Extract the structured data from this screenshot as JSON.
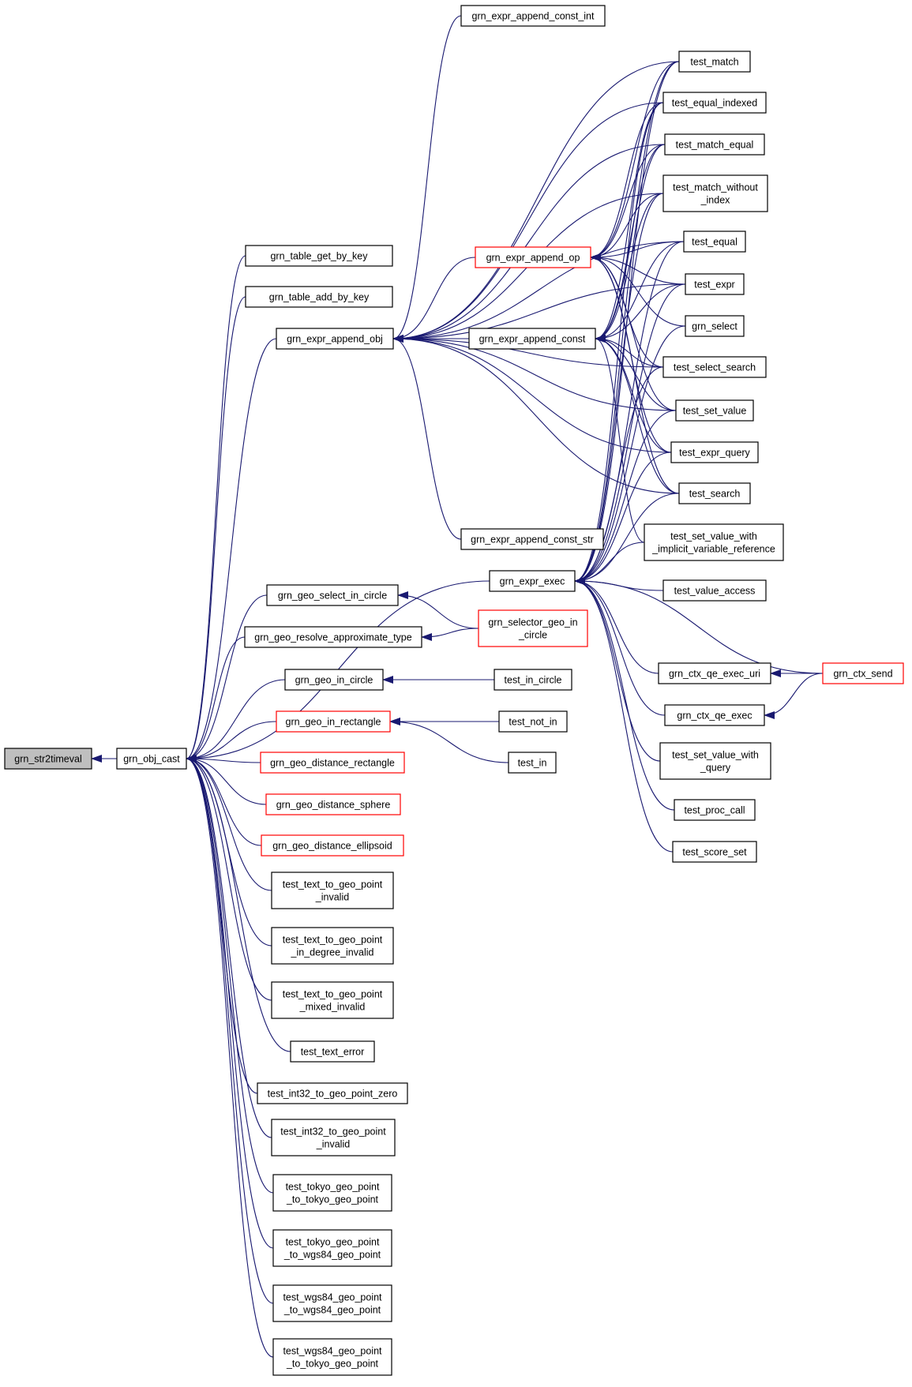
{
  "colors": {
    "edge": "#191970",
    "node_border": "#000000",
    "node_border_red": "#ff0000",
    "focus_fill": "#bfbfbf",
    "node_fill": "#ffffff"
  },
  "nodes": [
    {
      "id": "str2timeval",
      "lines": [
        "grn_str2timeval"
      ],
      "style": "focus"
    },
    {
      "id": "obj_cast",
      "lines": [
        "grn_obj_cast"
      ],
      "style": "normal"
    },
    {
      "id": "table_get_by_key",
      "lines": [
        "grn_table_get_by_key"
      ],
      "style": "normal"
    },
    {
      "id": "table_add_by_key",
      "lines": [
        "grn_table_add_by_key"
      ],
      "style": "normal"
    },
    {
      "id": "expr_append_obj",
      "lines": [
        "grn_expr_append_obj"
      ],
      "style": "normal"
    },
    {
      "id": "geo_select_in_circle",
      "lines": [
        "grn_geo_select_in_circle"
      ],
      "style": "normal"
    },
    {
      "id": "geo_resolve_approximate_type",
      "lines": [
        "grn_geo_resolve_approximate_type"
      ],
      "style": "normal"
    },
    {
      "id": "geo_in_circle",
      "lines": [
        "grn_geo_in_circle"
      ],
      "style": "normal"
    },
    {
      "id": "geo_in_rectangle",
      "lines": [
        "grn_geo_in_rectangle"
      ],
      "style": "red"
    },
    {
      "id": "geo_distance_rectangle",
      "lines": [
        "grn_geo_distance_rectangle"
      ],
      "style": "red"
    },
    {
      "id": "geo_distance_sphere",
      "lines": [
        "grn_geo_distance_sphere"
      ],
      "style": "red"
    },
    {
      "id": "geo_distance_ellipsoid",
      "lines": [
        "grn_geo_distance_ellipsoid"
      ],
      "style": "red"
    },
    {
      "id": "t_text_invalid",
      "lines": [
        "test_text_to_geo_point",
        "_invalid"
      ],
      "style": "normal"
    },
    {
      "id": "t_text_degree_invalid",
      "lines": [
        "test_text_to_geo_point",
        "_in_degree_invalid"
      ],
      "style": "normal"
    },
    {
      "id": "t_text_mixed_invalid",
      "lines": [
        "test_text_to_geo_point",
        "_mixed_invalid"
      ],
      "style": "normal"
    },
    {
      "id": "t_text_error",
      "lines": [
        "test_text_error"
      ],
      "style": "normal"
    },
    {
      "id": "t_int32_zero",
      "lines": [
        "test_int32_to_geo_point_zero"
      ],
      "style": "normal"
    },
    {
      "id": "t_int32_invalid",
      "lines": [
        "test_int32_to_geo_point",
        "_invalid"
      ],
      "style": "normal"
    },
    {
      "id": "t_tokyo_tokyo",
      "lines": [
        "test_tokyo_geo_point",
        "_to_tokyo_geo_point"
      ],
      "style": "normal"
    },
    {
      "id": "t_tokyo_wgs",
      "lines": [
        "test_tokyo_geo_point",
        "_to_wgs84_geo_point"
      ],
      "style": "normal"
    },
    {
      "id": "t_wgs_wgs",
      "lines": [
        "test_wgs84_geo_point",
        "_to_wgs84_geo_point"
      ],
      "style": "normal"
    },
    {
      "id": "t_wgs_tokyo",
      "lines": [
        "test_wgs84_geo_point",
        "_to_tokyo_geo_point"
      ],
      "style": "normal"
    },
    {
      "id": "expr_append_const_int",
      "lines": [
        "grn_expr_append_const_int"
      ],
      "style": "normal"
    },
    {
      "id": "expr_append_op",
      "lines": [
        "grn_expr_append_op"
      ],
      "style": "red"
    },
    {
      "id": "expr_append_const",
      "lines": [
        "grn_expr_append_const"
      ],
      "style": "normal"
    },
    {
      "id": "expr_append_const_str",
      "lines": [
        "grn_expr_append_const_str"
      ],
      "style": "normal"
    },
    {
      "id": "expr_exec",
      "lines": [
        "grn_expr_exec"
      ],
      "style": "normal"
    },
    {
      "id": "selector_geo_in_circle",
      "lines": [
        "grn_selector_geo_in",
        "_circle"
      ],
      "style": "red"
    },
    {
      "id": "t_in_circle",
      "lines": [
        "test_in_circle"
      ],
      "style": "normal"
    },
    {
      "id": "t_not_in",
      "lines": [
        "test_not_in"
      ],
      "style": "normal"
    },
    {
      "id": "t_in",
      "lines": [
        "test_in"
      ],
      "style": "normal"
    },
    {
      "id": "t_match",
      "lines": [
        "test_match"
      ],
      "style": "normal"
    },
    {
      "id": "t_equal_indexed",
      "lines": [
        "test_equal_indexed"
      ],
      "style": "normal"
    },
    {
      "id": "t_match_equal",
      "lines": [
        "test_match_equal"
      ],
      "style": "normal"
    },
    {
      "id": "t_match_without_index",
      "lines": [
        "test_match_without",
        "_index"
      ],
      "style": "normal"
    },
    {
      "id": "t_equal",
      "lines": [
        "test_equal"
      ],
      "style": "normal"
    },
    {
      "id": "t_expr",
      "lines": [
        "test_expr"
      ],
      "style": "normal"
    },
    {
      "id": "grn_select",
      "lines": [
        "grn_select"
      ],
      "style": "normal"
    },
    {
      "id": "t_select_search",
      "lines": [
        "test_select_search"
      ],
      "style": "normal"
    },
    {
      "id": "t_set_value",
      "lines": [
        "test_set_value"
      ],
      "style": "normal"
    },
    {
      "id": "t_expr_query",
      "lines": [
        "test_expr_query"
      ],
      "style": "normal"
    },
    {
      "id": "t_search",
      "lines": [
        "test_search"
      ],
      "style": "normal"
    },
    {
      "id": "t_set_value_implicit",
      "lines": [
        "test_set_value_with",
        "_implicit_variable_reference"
      ],
      "style": "normal"
    },
    {
      "id": "t_value_access",
      "lines": [
        "test_value_access"
      ],
      "style": "normal"
    },
    {
      "id": "ctx_qe_exec_uri",
      "lines": [
        "grn_ctx_qe_exec_uri"
      ],
      "style": "normal"
    },
    {
      "id": "ctx_qe_exec",
      "lines": [
        "grn_ctx_qe_exec"
      ],
      "style": "normal"
    },
    {
      "id": "t_set_value_query",
      "lines": [
        "test_set_value_with",
        "_query"
      ],
      "style": "normal"
    },
    {
      "id": "t_proc_call",
      "lines": [
        "test_proc_call"
      ],
      "style": "normal"
    },
    {
      "id": "t_score_set",
      "lines": [
        "test_score_set"
      ],
      "style": "normal"
    },
    {
      "id": "ctx_send",
      "lines": [
        "grn_ctx_send"
      ],
      "style": "red"
    }
  ],
  "edges": [
    [
      "obj_cast",
      "str2timeval"
    ],
    [
      "table_get_by_key",
      "obj_cast"
    ],
    [
      "table_add_by_key",
      "obj_cast"
    ],
    [
      "expr_append_obj",
      "obj_cast"
    ],
    [
      "expr_exec",
      "obj_cast"
    ],
    [
      "geo_select_in_circle",
      "obj_cast"
    ],
    [
      "geo_resolve_approximate_type",
      "obj_cast"
    ],
    [
      "geo_in_circle",
      "obj_cast"
    ],
    [
      "geo_in_rectangle",
      "obj_cast"
    ],
    [
      "geo_distance_rectangle",
      "obj_cast"
    ],
    [
      "geo_distance_sphere",
      "obj_cast"
    ],
    [
      "geo_distance_ellipsoid",
      "obj_cast"
    ],
    [
      "t_text_invalid",
      "obj_cast"
    ],
    [
      "t_text_degree_invalid",
      "obj_cast"
    ],
    [
      "t_text_mixed_invalid",
      "obj_cast"
    ],
    [
      "t_text_error",
      "obj_cast"
    ],
    [
      "t_int32_zero",
      "obj_cast"
    ],
    [
      "t_int32_invalid",
      "obj_cast"
    ],
    [
      "t_tokyo_tokyo",
      "obj_cast"
    ],
    [
      "t_tokyo_wgs",
      "obj_cast"
    ],
    [
      "t_wgs_wgs",
      "obj_cast"
    ],
    [
      "t_wgs_tokyo",
      "obj_cast"
    ],
    [
      "expr_append_const_int",
      "expr_append_obj"
    ],
    [
      "expr_append_op",
      "expr_append_obj"
    ],
    [
      "expr_append_const",
      "expr_append_obj"
    ],
    [
      "expr_append_const_str",
      "expr_append_obj"
    ],
    [
      "t_match",
      "expr_append_obj"
    ],
    [
      "t_equal_indexed",
      "expr_append_obj"
    ],
    [
      "t_match_equal",
      "expr_append_obj"
    ],
    [
      "t_match_without_index",
      "expr_append_obj"
    ],
    [
      "t_equal",
      "expr_append_obj"
    ],
    [
      "t_expr",
      "expr_append_obj"
    ],
    [
      "t_select_search",
      "expr_append_obj"
    ],
    [
      "t_set_value",
      "expr_append_obj"
    ],
    [
      "t_expr_query",
      "expr_append_obj"
    ],
    [
      "t_search",
      "expr_append_obj"
    ],
    [
      "t_match",
      "expr_append_op"
    ],
    [
      "t_equal_indexed",
      "expr_append_op"
    ],
    [
      "t_match_equal",
      "expr_append_op"
    ],
    [
      "t_match_without_index",
      "expr_append_op"
    ],
    [
      "t_equal",
      "expr_append_op"
    ],
    [
      "t_expr",
      "expr_append_op"
    ],
    [
      "grn_select",
      "expr_append_op"
    ],
    [
      "t_select_search",
      "expr_append_op"
    ],
    [
      "t_set_value",
      "expr_append_op"
    ],
    [
      "t_expr_query",
      "expr_append_op"
    ],
    [
      "t_search",
      "expr_append_op"
    ],
    [
      "t_match",
      "expr_append_const"
    ],
    [
      "t_equal_indexed",
      "expr_append_const"
    ],
    [
      "t_match_equal",
      "expr_append_const"
    ],
    [
      "t_match_without_index",
      "expr_append_const"
    ],
    [
      "t_equal",
      "expr_append_const"
    ],
    [
      "t_expr",
      "expr_append_const"
    ],
    [
      "t_select_search",
      "expr_append_const"
    ],
    [
      "t_set_value",
      "expr_append_const"
    ],
    [
      "t_expr_query",
      "expr_append_const"
    ],
    [
      "t_search",
      "expr_append_const"
    ],
    [
      "t_set_value_implicit",
      "expr_append_const"
    ],
    [
      "t_match",
      "expr_exec"
    ],
    [
      "t_equal_indexed",
      "expr_exec"
    ],
    [
      "t_match_equal",
      "expr_exec"
    ],
    [
      "t_match_without_index",
      "expr_exec"
    ],
    [
      "t_equal",
      "expr_exec"
    ],
    [
      "t_expr",
      "expr_exec"
    ],
    [
      "grn_select",
      "expr_exec"
    ],
    [
      "t_select_search",
      "expr_exec"
    ],
    [
      "t_set_value",
      "expr_exec"
    ],
    [
      "t_expr_query",
      "expr_exec"
    ],
    [
      "t_search",
      "expr_exec"
    ],
    [
      "t_set_value_implicit",
      "expr_exec"
    ],
    [
      "t_value_access",
      "expr_exec"
    ],
    [
      "ctx_qe_exec_uri",
      "expr_exec"
    ],
    [
      "ctx_qe_exec",
      "expr_exec"
    ],
    [
      "t_set_value_query",
      "expr_exec"
    ],
    [
      "t_proc_call",
      "expr_exec"
    ],
    [
      "t_score_set",
      "expr_exec"
    ],
    [
      "ctx_send",
      "expr_exec"
    ],
    [
      "ctx_send",
      "ctx_qe_exec_uri"
    ],
    [
      "ctx_send",
      "ctx_qe_exec"
    ],
    [
      "selector_geo_in_circle",
      "geo_select_in_circle"
    ],
    [
      "selector_geo_in_circle",
      "geo_resolve_approximate_type"
    ],
    [
      "t_in_circle",
      "geo_in_circle"
    ],
    [
      "t_not_in",
      "geo_in_rectangle"
    ],
    [
      "t_in",
      "geo_in_rectangle"
    ]
  ]
}
